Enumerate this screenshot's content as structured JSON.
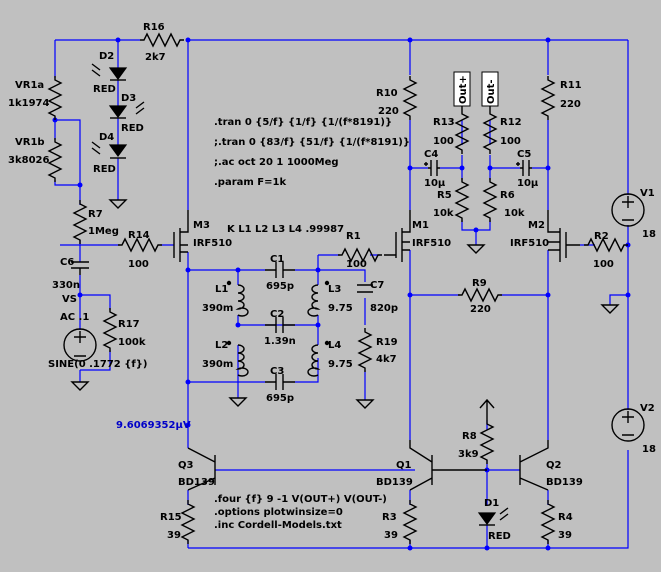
{
  "components": {
    "R16": {
      "ref": "R16",
      "value": "2k7"
    },
    "VR1a": {
      "ref": "VR1a",
      "value": "1k1974"
    },
    "VR1b": {
      "ref": "VR1b",
      "value": "3k8026"
    },
    "D2": {
      "ref": "D2",
      "value": "RED"
    },
    "D3": {
      "ref": "D3",
      "value": "RED"
    },
    "D4": {
      "ref": "D4",
      "value": "RED"
    },
    "R7": {
      "ref": "R7",
      "value": "1Meg"
    },
    "C6": {
      "ref": "C6",
      "value": "330n"
    },
    "VS": {
      "ref": "VS",
      "value": "AC .1",
      "sine": "SINE(0 .1772 {f})"
    },
    "R17": {
      "ref": "R17",
      "value": "100k"
    },
    "R14": {
      "ref": "R14",
      "value": "100"
    },
    "M3": {
      "ref": "M3",
      "value": "IRF510"
    },
    "C1": {
      "ref": "C1",
      "value": "695p"
    },
    "L1": {
      "ref": "L1",
      "value": "390m"
    },
    "C2": {
      "ref": "C2",
      "value": "1.39n"
    },
    "L2": {
      "ref": "L2",
      "value": "390m"
    },
    "C3": {
      "ref": "C3",
      "value": "695p"
    },
    "L3": {
      "ref": "L3",
      "value": "9.75"
    },
    "L4": {
      "ref": "L4",
      "value": "9.75"
    },
    "C7": {
      "ref": "C7",
      "value": "820p"
    },
    "R19": {
      "ref": "R19",
      "value": "4k7"
    },
    "R1": {
      "ref": "R1",
      "value": "100"
    },
    "M1": {
      "ref": "M1",
      "value": "IRF510"
    },
    "R10": {
      "ref": "R10",
      "value": "220"
    },
    "R13": {
      "ref": "R13",
      "value": "100"
    },
    "C4": {
      "ref": "C4",
      "value": "10µ"
    },
    "R5": {
      "ref": "R5",
      "value": "10k"
    },
    "R12": {
      "ref": "R12",
      "value": "100"
    },
    "C5": {
      "ref": "C5",
      "value": "10µ"
    },
    "R6": {
      "ref": "R6",
      "value": "10k"
    },
    "R11": {
      "ref": "R11",
      "value": "220"
    },
    "M2": {
      "ref": "M2",
      "value": "IRF510"
    },
    "R2": {
      "ref": "R2",
      "value": "100"
    },
    "R9": {
      "ref": "R9",
      "value": "220"
    },
    "V1": {
      "ref": "V1",
      "value": "18"
    },
    "V2": {
      "ref": "V2",
      "value": "18"
    },
    "R8": {
      "ref": "R8",
      "value": "3k9"
    },
    "D1": {
      "ref": "D1",
      "value": "RED"
    },
    "Q1": {
      "ref": "Q1",
      "value": "BD139"
    },
    "Q2": {
      "ref": "Q2",
      "value": "BD139"
    },
    "Q3": {
      "ref": "Q3",
      "value": "BD139"
    },
    "R3": {
      "ref": "R3",
      "value": "39"
    },
    "R4": {
      "ref": "R4",
      "value": "39"
    },
    "R15": {
      "ref": "R15",
      "value": "39"
    }
  },
  "net_labels": {
    "out_plus": "Out+",
    "out_minus": "Out-"
  },
  "node_voltage": "9.6069352µV",
  "directives": {
    "tran1": ".tran 0 {5/f} {1/f} {1/(f*8191)}",
    "tran2": ";.tran 0 {83/f} {51/f} {1/(f*8191)}",
    "ac": ";.ac oct 20 1 1000Meg",
    "param": ".param F=1k",
    "coupling": "K L1 L2 L3 L4 .99987",
    "four": ".four {f} 9 -1 V(OUT+) V(OUT-)",
    "options": ".options plotwinsize=0",
    "inc": ".inc Cordell-Models.txt"
  },
  "colors": {
    "background": "#c0c0c0",
    "wire": "#0000ff",
    "component": "#000000",
    "node_voltage": "#0000c8"
  }
}
